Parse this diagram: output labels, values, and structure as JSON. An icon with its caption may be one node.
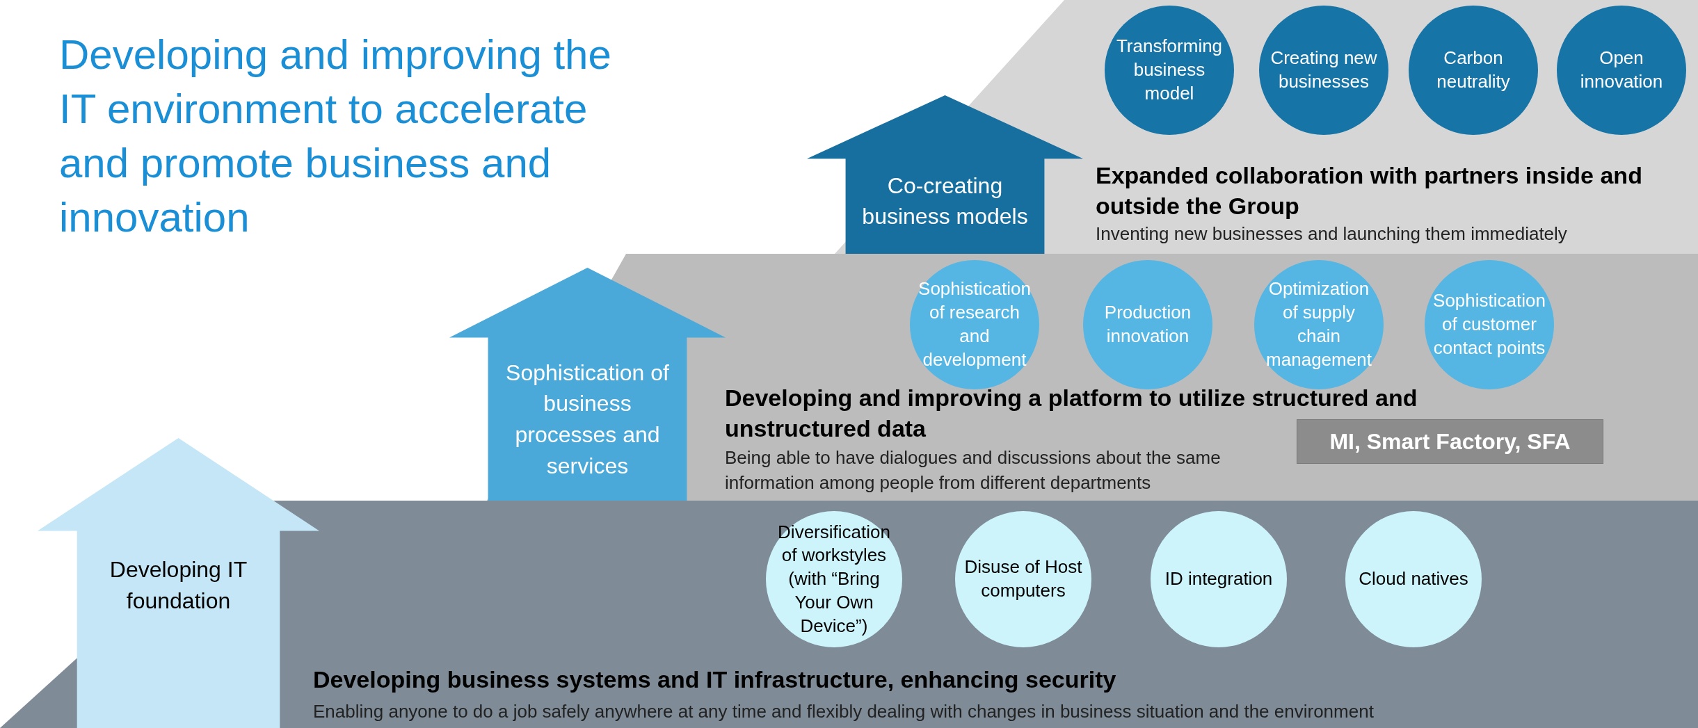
{
  "diagram": {
    "title": "Developing and improving the IT environment to accelerate and promote business and innovation",
    "nodes": [
      {
        "text": [
          "Expanded collaboration with partners inside and outside the Group",
          "Inventing new businesses and launching them immediately"
        ]
      },
      {
        "text": [
          "Co-creating business models"
        ]
      },
      {
        "text": [
          "Transforming business model"
        ],
        "in": 0
      },
      {
        "text": [
          "Creating new businesses"
        ],
        "in": 0
      },
      {
        "text": [
          "Carbon neutrality"
        ],
        "in": 0
      },
      {
        "text": [
          "Open innovation"
        ],
        "in": 0
      },
      {
        "text": [
          "Developing and improving a platform to utilize structured and unstructured data",
          "Being able to have dialogues and discussions about the same information among people from different departments"
        ]
      },
      {
        "text": [
          "Sophistication of business processes and services"
        ]
      },
      {
        "text": [
          "Sophistication of research and development"
        ],
        "in": 6
      },
      {
        "text": [
          "Production innovation"
        ],
        "in": 6
      },
      {
        "text": [
          "Optimization of supply chain management"
        ],
        "in": 6
      },
      {
        "text": [
          "Sophistication of customer contact points"
        ],
        "in": 6
      },
      {
        "text": [
          "MI, Smart Factory, SFA"
        ],
        "in": 6
      },
      {
        "text": [
          "Developing business systems and IT infrastructure, enhancing security",
          "Enabling anyone to do a job safely anywhere at any time and flexibly dealing with changes in business situation and the environment"
        ]
      },
      {
        "text": [
          "Developing IT foundation"
        ]
      },
      {
        "text": [
          "Diversification of workstyles (with “Bring Your Own Device”)"
        ],
        "in": 13
      },
      {
        "text": [
          "Disuse of Host computers"
        ],
        "in": 13
      },
      {
        "text": [
          "ID integration"
        ],
        "in": 13
      },
      {
        "text": [
          "Cloud natives"
        ],
        "in": 13
      }
    ]
  }
}
